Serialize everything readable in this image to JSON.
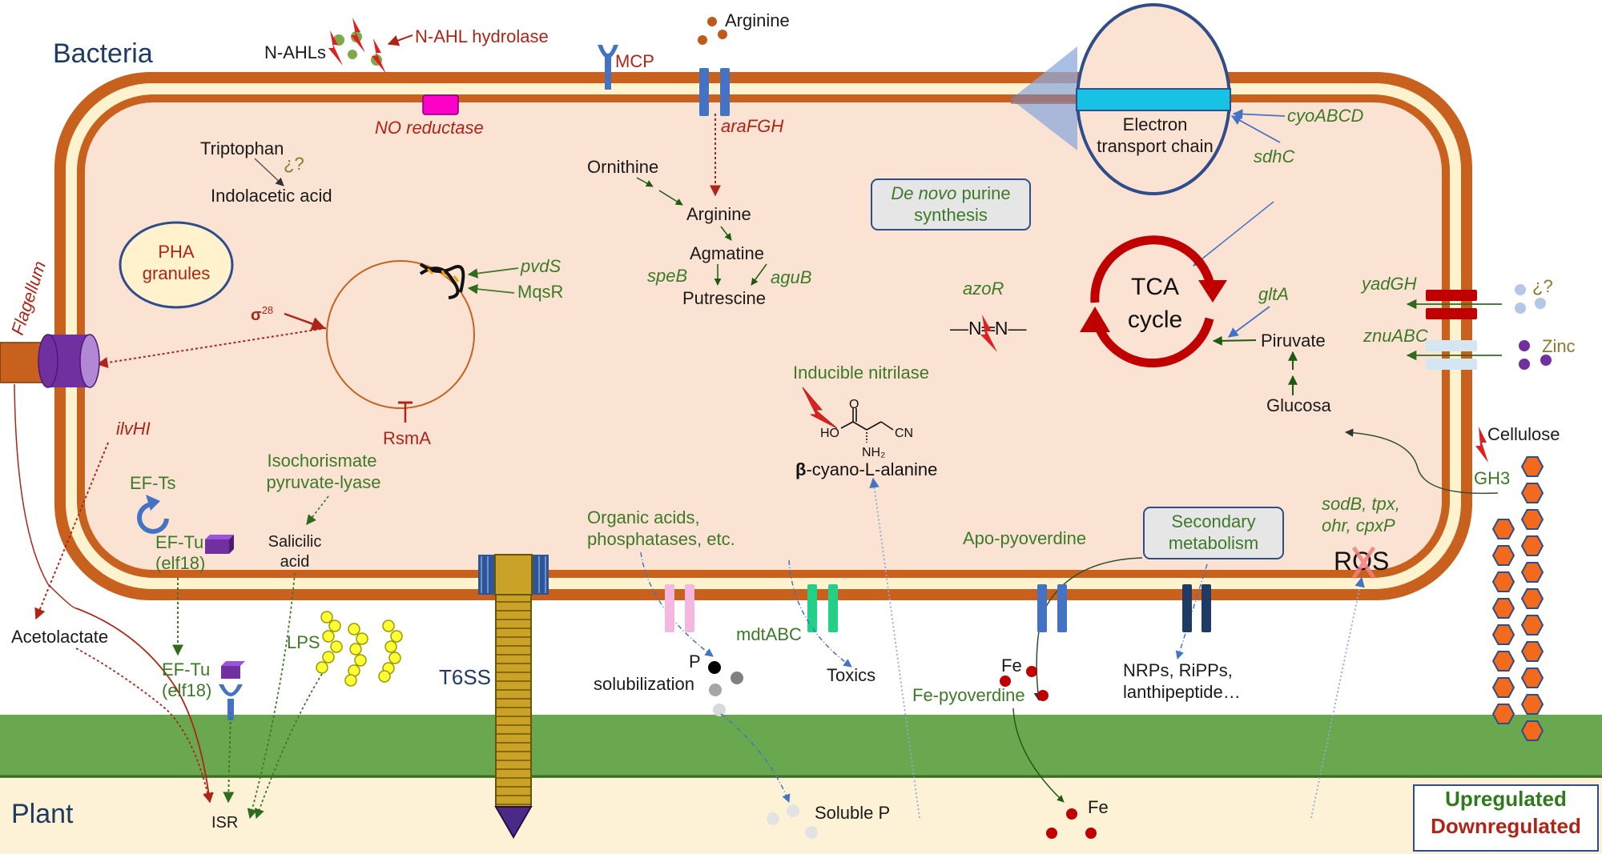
{
  "colors": {
    "cell_fill": "#fbe3d3",
    "membrane_outer": "#c8611e",
    "membrane_inner": "#fff3cf",
    "soil_green": "#6aa84f",
    "plant_bg": "#fdf2d5",
    "dark_green_text": "#3d7a28",
    "dark_red_text": "#b02418",
    "navy_text": "#1f3b64",
    "tca_red": "#c00000",
    "hexagon_fill": "#f26a1b",
    "hexagon_stroke": "#2e4d8a"
  },
  "regions": {
    "bacteria": "Bacteria",
    "plant": "Plant"
  },
  "legend": {
    "upregulated": "Upregulated",
    "downregulated": "Downregulated"
  },
  "top": {
    "n_ahls": "N-AHLs",
    "n_ahl_hydrolase": "N-AHL hydrolase",
    "mcp": "MCP",
    "arginine_outside": "Arginine",
    "no_reductase": "NO reductase",
    "ara_fgh": "araFGH"
  },
  "etc": {
    "label_line1": "Electron",
    "label_line2": "transport chain",
    "cyo_abcd": "cyoABCD",
    "sdh_c": "sdhC"
  },
  "metabolism": {
    "triptophan": "Triptophan",
    "question": "¿?",
    "indolacetic_acid": "Indolacetic acid",
    "pha_line1": "PHA",
    "pha_line2": "granules",
    "ornithine": "Ornithine",
    "arginine_inside": "Arginine",
    "agmatine": "Agmatine",
    "spe_b": "speB",
    "agu_b": "aguB",
    "putrescine": "Putrescine",
    "de_novo_italic": "De novo",
    "de_novo_rest": " purine",
    "de_novo_line2": "synthesis",
    "azo_r": "azoR",
    "azo_text": "—N═N—",
    "tca_line1": "TCA",
    "tca_line2": "cycle",
    "glt_a": "gltA",
    "piruvate": "Piruvate",
    "glucosa": "Glucosa"
  },
  "regulation": {
    "pvd_s": "pvdS",
    "mqs_r": "MqsR",
    "sigma": "σ",
    "sigma_sup": "28",
    "rsm_a": "RsmA",
    "flagellum": "Flagellum",
    "ilv_hi": "ilvHI",
    "ef_ts": "EF-Ts",
    "ef_tu_line1": "EF-Tu",
    "ef_tu_line2": "(elf18)",
    "isochorismate_line1": "Isochorismate",
    "isochorismate_line2": "pyruvate-lyase",
    "salicilic_line1": "Salicilic",
    "salicilic_line2": "acid"
  },
  "nitrilase": {
    "title": "Inducible nitrilase",
    "o": "O",
    "ho": "HO",
    "cn": "CN",
    "nh2": "NH₂",
    "beta": "β",
    "compound": "-cyano-L-alanine"
  },
  "transport": {
    "yad_gh": "yadGH",
    "question": "¿?",
    "znu_abc": "znuABC",
    "zinc": "Zinc",
    "cellulose": "Cellulose",
    "gh3": "GH3",
    "ros_genes_line1": "sodB, tpx,",
    "ros_genes_line2": "ohr, cpxP",
    "ros": "ROS"
  },
  "secretion": {
    "organic_line1": "Organic acids,",
    "organic_line2": "phosphatases, etc.",
    "apo_pyoverdine": "Apo-pyoverdine",
    "secondary_line1": "Secondary",
    "secondary_line2": "metabolism",
    "lps": "LPS",
    "t6ss": "T6SS",
    "mdt_abc": "mdtABC",
    "p": "P",
    "p_solubilization": "solubilization",
    "toxics": "Toxics",
    "fe_top": "Fe",
    "fe_pyoverdine": "Fe-pyoverdine",
    "nrps_line1": "NRPs, RiPPs,",
    "nrps_line2": "lanthipeptide…",
    "acetolactate": "Acetolactate",
    "ef_tu_out_line1": "EF-Tu",
    "ef_tu_out_line2": "(elf18)"
  },
  "plant_side": {
    "isr": "ISR",
    "soluble_p": "Soluble P",
    "fe_plant": "Fe"
  }
}
